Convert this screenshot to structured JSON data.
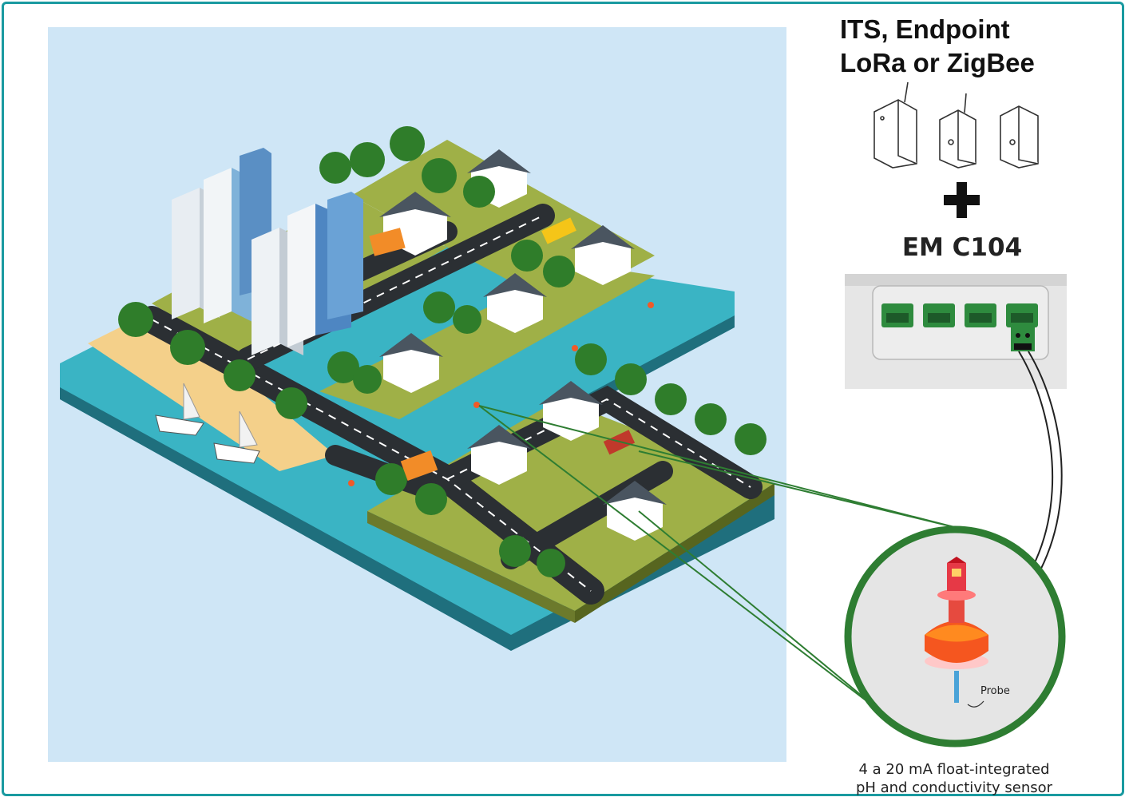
{
  "network_label": {
    "line1": "ITS, Endpoint",
    "line2": "LoRa or ZigBee"
  },
  "controller_label": "EM C104",
  "probe_label": "Probe",
  "sensor_caption": {
    "line1": "4 a 20 mA float-integrated",
    "line2": "pH and conductivity sensor"
  },
  "colors": {
    "frame": "#1a9aa0",
    "sky": "#cfe6f6",
    "water": "#3ab4c4",
    "island_green": "#8fa03b",
    "road": "#2b2f33",
    "sensor_ring": "#2e7d32",
    "connection_lines": "#2e7d32"
  }
}
